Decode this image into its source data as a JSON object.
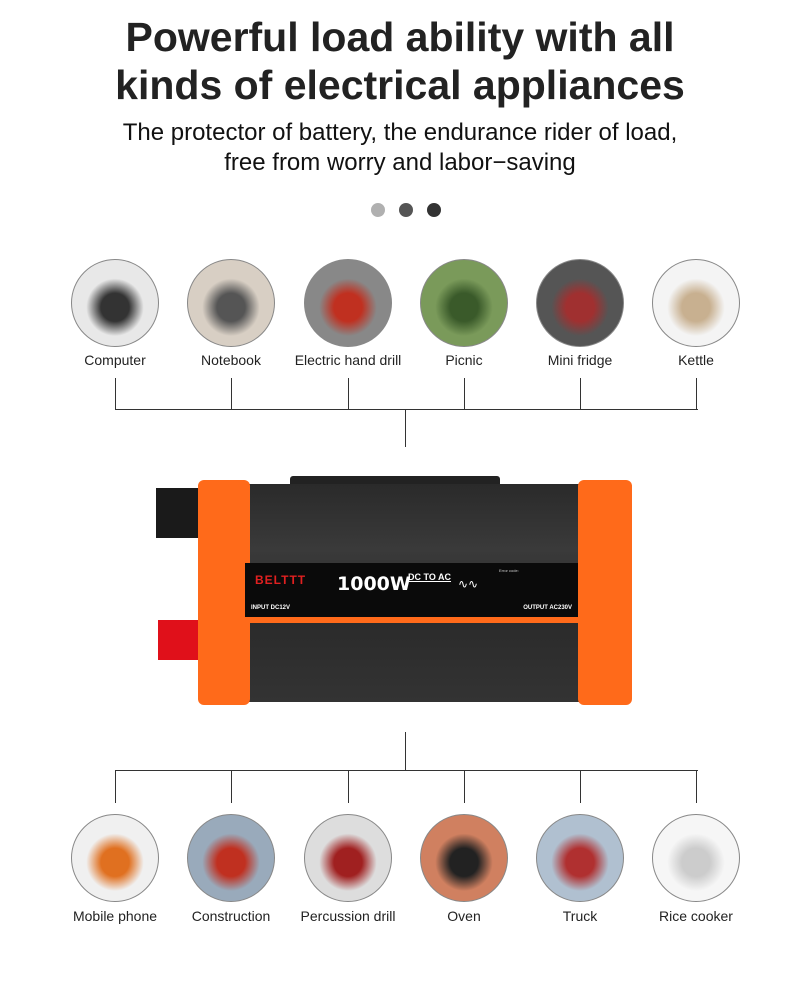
{
  "heading": {
    "line1": "Powerful load ability with all",
    "line2": "kinds of electrical appliances"
  },
  "subheading": {
    "line1": "The protector of battery, the endurance rider of load,",
    "line2": "free from worry and labor−saving"
  },
  "carousel_dots": [
    {
      "color": "#b0b0b0"
    },
    {
      "color": "#555555"
    },
    {
      "color": "#333333"
    }
  ],
  "top_appliances": [
    {
      "label": "Computer",
      "icon": "computer-icon",
      "colors": [
        "#e8e8e8",
        "#333"
      ]
    },
    {
      "label": "Notebook",
      "icon": "notebook-icon",
      "colors": [
        "#d8cfc4",
        "#555"
      ]
    },
    {
      "label": "Electric hand drill",
      "icon": "drill-icon",
      "colors": [
        "#888",
        "#c03020"
      ]
    },
    {
      "label": "Picnic",
      "icon": "picnic-icon",
      "colors": [
        "#7a9a5a",
        "#3a5a2a"
      ]
    },
    {
      "label": "Mini fridge",
      "icon": "fridge-icon",
      "colors": [
        "#555",
        "#a03030"
      ]
    },
    {
      "label": "Kettle",
      "icon": "kettle-icon",
      "colors": [
        "#f4f4f4",
        "#c8b090"
      ]
    }
  ],
  "bottom_appliances": [
    {
      "label": "Mobile phone",
      "icon": "phone-icon",
      "colors": [
        "#f0f0f0",
        "#e07020"
      ]
    },
    {
      "label": "Construction",
      "icon": "construction-icon",
      "colors": [
        "#9ab",
        "#c03020"
      ]
    },
    {
      "label": "Percussion drill",
      "icon": "percussion-drill-icon",
      "colors": [
        "#ddd",
        "#a02020"
      ]
    },
    {
      "label": "Oven",
      "icon": "oven-icon",
      "colors": [
        "#d08060",
        "#222"
      ]
    },
    {
      "label": "Truck",
      "icon": "truck-icon",
      "colors": [
        "#b0c0d0",
        "#b03030"
      ]
    },
    {
      "label": "Rice cooker",
      "icon": "rice-cooker-icon",
      "colors": [
        "#f6f6f6",
        "#ccc"
      ]
    }
  ],
  "product": {
    "brand": "BELTTT",
    "power": "1000W",
    "mode": "DC TO AC",
    "input": "INPUT  DC12V",
    "output": "OUTPUT  AC230V",
    "error_title": "Error code:",
    "accent": "#ff6a1a"
  }
}
